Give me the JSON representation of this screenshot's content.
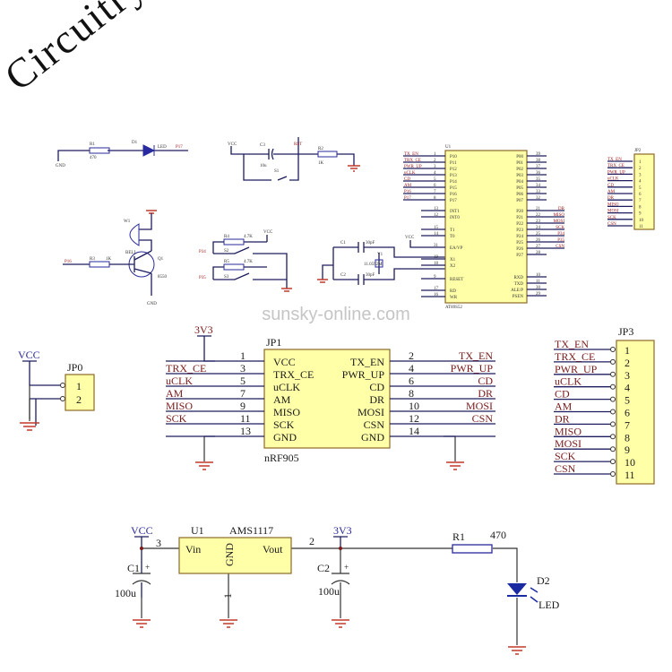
{
  "title": "Circuitry",
  "watermark": "sunsky-online.com",
  "top_circuits": {
    "led": {
      "resistor": "R1",
      "value": "470",
      "diode": "D1",
      "led": "LED",
      "net": "P17",
      "gnd": "GND"
    },
    "reset": {
      "vcc": "VCC",
      "cap": "C3",
      "cap_value": "10u",
      "rst": "RST",
      "resistor": "R2",
      "res_value": "1K",
      "switch": "S1"
    },
    "buzzer": {
      "bell_ref": "W1",
      "bell": "BELL",
      "transistor": "Q1",
      "tr_value": "8550",
      "resistor": "R3",
      "res_value": "1K",
      "net": "P16",
      "gnd": "GND"
    },
    "switches": {
      "r1": "R4",
      "r1v": "4.7K",
      "r2": "R5",
      "r2v": "4.7K",
      "s1": "S2",
      "s2": "S3",
      "net1": "P34",
      "net2": "P35",
      "vcc": "VCC"
    },
    "crystal": {
      "c1": "C1",
      "c1v": "30pF",
      "c2": "C2",
      "c2v": "30pF",
      "y": "Y1",
      "yv": "11.0592M"
    },
    "mcu": {
      "ref": "U1",
      "part": "AT89S52",
      "left_pins": [
        {
          "net": "TX_EN",
          "num": "1",
          "name": "P10"
        },
        {
          "net": "TRX_CE",
          "num": "2",
          "name": "P11"
        },
        {
          "net": "PWR_UP",
          "num": "3",
          "name": "P12"
        },
        {
          "net": "uCLK",
          "num": "4",
          "name": "P13"
        },
        {
          "net": "CD",
          "num": "5",
          "name": "P14"
        },
        {
          "net": "AM",
          "num": "6",
          "name": "P15"
        },
        {
          "net": "P16",
          "num": "7",
          "name": "P16"
        },
        {
          "net": "P17",
          "num": "8",
          "name": "P17"
        },
        {
          "net": "",
          "num": "13",
          "name": "INT1"
        },
        {
          "net": "",
          "num": "12",
          "name": "INT0"
        },
        {
          "net": "",
          "num": "15",
          "name": "T1"
        },
        {
          "net": "",
          "num": "14",
          "name": "T0"
        },
        {
          "net": "VCC",
          "num": "31",
          "name": "EA/VP"
        },
        {
          "net": "",
          "num": "19",
          "name": "X1"
        },
        {
          "net": "",
          "num": "18",
          "name": "X2"
        },
        {
          "net": "RST",
          "num": "9",
          "name": "RESET"
        },
        {
          "net": "",
          "num": "17",
          "name": "RD"
        },
        {
          "net": "",
          "num": "16",
          "name": "WR"
        }
      ],
      "right_pins": [
        {
          "net": "",
          "num": "39",
          "name": "P00"
        },
        {
          "net": "",
          "num": "38",
          "name": "P01"
        },
        {
          "net": "",
          "num": "37",
          "name": "P02"
        },
        {
          "net": "",
          "num": "36",
          "name": "P03"
        },
        {
          "net": "",
          "num": "35",
          "name": "P04"
        },
        {
          "net": "",
          "num": "34",
          "name": "P05"
        },
        {
          "net": "",
          "num": "33",
          "name": "P06"
        },
        {
          "net": "",
          "num": "32",
          "name": "P07"
        },
        {
          "net": "DR",
          "num": "21",
          "name": "P20"
        },
        {
          "net": "MISO",
          "num": "22",
          "name": "P21"
        },
        {
          "net": "MOSI",
          "num": "23",
          "name": "P22"
        },
        {
          "net": "SCK",
          "num": "24",
          "name": "P23"
        },
        {
          "net": "P34",
          "num": "25",
          "name": "P24"
        },
        {
          "net": "P35",
          "num": "26",
          "name": "P25"
        },
        {
          "net": "CSN",
          "num": "27",
          "name": "P26"
        },
        {
          "net": "",
          "num": "28",
          "name": "P27"
        },
        {
          "net": "",
          "num": "10",
          "name": "RXD"
        },
        {
          "net": "",
          "num": "11",
          "name": "TXD"
        },
        {
          "net": "",
          "num": "30",
          "name": "ALE/P"
        },
        {
          "net": "",
          "num": "29",
          "name": "PSEN"
        }
      ]
    },
    "small_header": {
      "ref": "JP2",
      "nets": [
        "TX_EN",
        "TRX_CE",
        "PWR_UP",
        "uCLK",
        "CD",
        "AM",
        "DR",
        "MISO",
        "MOSI",
        "SCK",
        "CSN"
      ],
      "pins": [
        "1",
        "2",
        "3",
        "4",
        "5",
        "6",
        "7",
        "8",
        "9",
        "10",
        "11"
      ]
    }
  },
  "jp0": {
    "ref": "JP0",
    "vcc": "VCC",
    "pins": [
      "1",
      "2"
    ]
  },
  "jp1": {
    "ref": "JP1",
    "part": "nRF905",
    "supply": "3V3",
    "left": [
      {
        "net": "",
        "num": "1",
        "name": "VCC"
      },
      {
        "net": "TRX_CE",
        "num": "3",
        "name": "TRX_CE"
      },
      {
        "net": "uCLK",
        "num": "5",
        "name": "uCLK"
      },
      {
        "net": "AM",
        "num": "7",
        "name": "AM"
      },
      {
        "net": "MISO",
        "num": "9",
        "name": "MISO"
      },
      {
        "net": "SCK",
        "num": "11",
        "name": "SCK"
      },
      {
        "net": "",
        "num": "13",
        "name": "GND"
      }
    ],
    "right": [
      {
        "net": "TX_EN",
        "num": "2",
        "name": "TX_EN"
      },
      {
        "net": "PWR_UP",
        "num": "4",
        "name": "PWR_UP"
      },
      {
        "net": "CD",
        "num": "6",
        "name": "CD"
      },
      {
        "net": "DR",
        "num": "8",
        "name": "DR"
      },
      {
        "net": "MOSI",
        "num": "10",
        "name": "MOSI"
      },
      {
        "net": "CSN",
        "num": "12",
        "name": "CSN"
      },
      {
        "net": "",
        "num": "14",
        "name": "GND"
      }
    ]
  },
  "jp3": {
    "ref": "JP3",
    "nets": [
      "TX_EN",
      "TRX_CE",
      "PWR_UP",
      "uCLK",
      "CD",
      "AM",
      "DR",
      "MISO",
      "MOSI",
      "SCK",
      "CSN"
    ],
    "pins": [
      "1",
      "2",
      "3",
      "4",
      "5",
      "6",
      "7",
      "8",
      "9",
      "10",
      "11"
    ]
  },
  "power": {
    "vcc": "VCC",
    "u1": "U1",
    "part": "AMS1117",
    "vin": "Vin",
    "vout": "Vout",
    "gnd": "GND",
    "pin_in": "3",
    "pin_gnd": "1",
    "pin_out": "2",
    "c1": "C1",
    "c1v": "100u",
    "c2": "C2",
    "c2v": "100u",
    "plus": "+",
    "out_net": "3V3",
    "r1": "R1",
    "r1v": "470",
    "d2": "D2",
    "led": "LED"
  },
  "colors": {
    "body": "#ffffa8",
    "wire": "#1c1c5e",
    "ground": "#c23a2a",
    "net_label": "#7a1a1a"
  }
}
